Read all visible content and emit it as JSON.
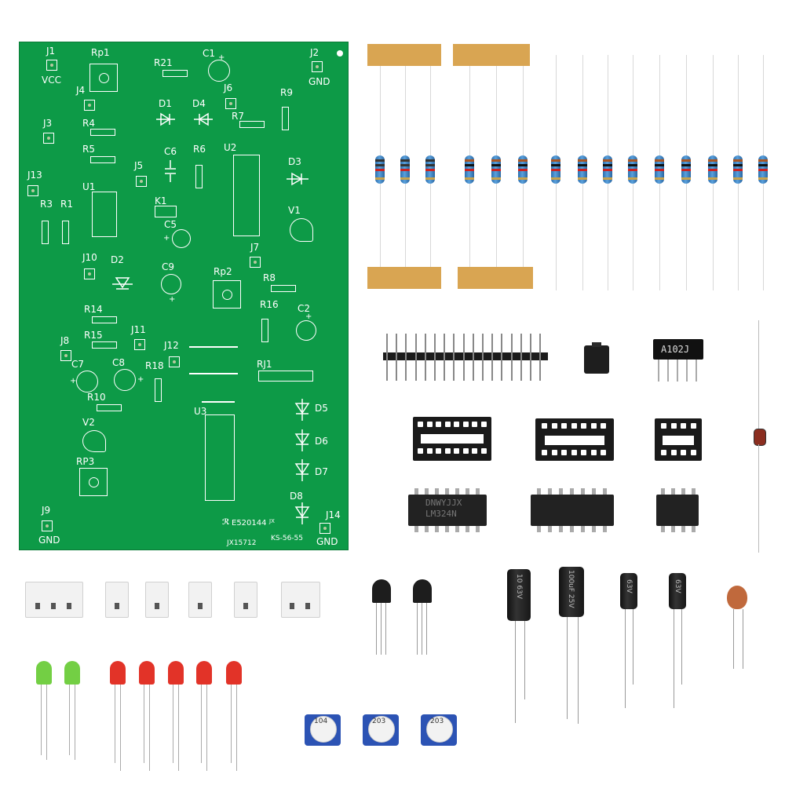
{
  "pcb": {
    "labels": {
      "J1": "J1",
      "VCC": "VCC",
      "Rp1": "Rp1",
      "R21": "R21",
      "C1": "C1",
      "J2": "J2",
      "GND_top": "GND",
      "J4": "J4",
      "J6": "J6",
      "R9": "R9",
      "D1": "D1",
      "D4": "D4",
      "R7": "R7",
      "J3": "J3",
      "R4": "R4",
      "R5": "R5",
      "C6": "C6",
      "R6": "R6",
      "U2": "U2",
      "D3": "D3",
      "J13": "J13",
      "J5": "J5",
      "U1": "U1",
      "R3": "R3",
      "R1": "R1",
      "K1": "K1",
      "V1": "V1",
      "C5": "C5",
      "J7": "J7",
      "J10": "J10",
      "D2": "D2",
      "C9": "C9",
      "Rp2": "Rp2",
      "R8": "R8",
      "R16": "R16",
      "C2": "C2",
      "R14": "R14",
      "J11": "J11",
      "R15": "R15",
      "J8": "J8",
      "J12": "J12",
      "C7": "C7",
      "C8": "C8",
      "R18": "R18",
      "RJ1": "RJ1",
      "R10": "R10",
      "D5": "D5",
      "U3": "U3",
      "V2": "V2",
      "D6": "D6",
      "RP3": "RP3",
      "D7": "D7",
      "D8": "D8",
      "J9": "J9",
      "GND_bl": "GND",
      "J14": "J14",
      "GND_br": "GND",
      "cert": "E520144",
      "cert_sfx": "JX",
      "code1": "JX15712",
      "code2": "KS-56-55"
    }
  },
  "chips": {
    "chip1": "DNWYJJX LM324N",
    "chip1_l1": "DNWYJJX",
    "chip1_l2": "LM324N",
    "resnet": "A102J"
  },
  "caps": {
    "cap1": "10 63V",
    "cap2": "100uF 25V",
    "cap3": "63V",
    "cap4": "63V"
  },
  "trimmers": {
    "t1": "104",
    "t2": "203",
    "t3": "203"
  },
  "colors": {
    "pcb_green": "#0d9a47",
    "resistor_blue": "#3a83c4",
    "tape": "#d9a552",
    "led_red": "#e0281c",
    "led_green": "#6ccc3a",
    "trimmer_blue": "#2c53b4"
  }
}
